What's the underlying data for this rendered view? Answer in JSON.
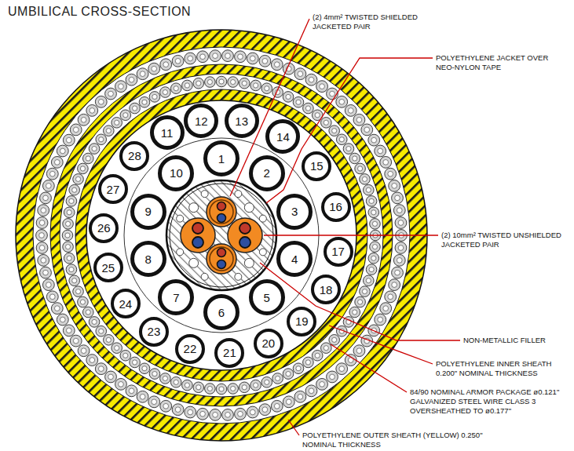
{
  "diagram": {
    "title": "UMBILICAL CROSS-SECTION",
    "nodes": [
      {
        "text": [
          "1"
        ]
      },
      {
        "text": [
          "2"
        ]
      },
      {
        "text": [
          "3"
        ]
      },
      {
        "text": [
          "4"
        ]
      },
      {
        "text": [
          "5"
        ]
      },
      {
        "text": [
          "6"
        ]
      },
      {
        "text": [
          "7"
        ]
      },
      {
        "text": [
          "8"
        ]
      },
      {
        "text": [
          "9"
        ]
      },
      {
        "text": [
          "10"
        ]
      },
      {
        "text": [
          "11"
        ]
      },
      {
        "text": [
          "12"
        ]
      },
      {
        "text": [
          "13"
        ]
      },
      {
        "text": [
          "14"
        ]
      },
      {
        "text": [
          "15"
        ]
      },
      {
        "text": [
          "16"
        ]
      },
      {
        "text": [
          "17"
        ]
      },
      {
        "text": [
          "18"
        ]
      },
      {
        "text": [
          "19"
        ]
      },
      {
        "text": [
          "20"
        ]
      },
      {
        "text": [
          "21"
        ]
      },
      {
        "text": [
          "22"
        ]
      },
      {
        "text": [
          "23"
        ]
      },
      {
        "text": [
          "24"
        ]
      },
      {
        "text": [
          "25"
        ]
      },
      {
        "text": [
          "26"
        ]
      },
      {
        "text": [
          "27"
        ]
      },
      {
        "text": [
          "28"
        ]
      }
    ],
    "labels": [
      "(2) 4mm² TWISTED SHIELDED JACKETED PAIR",
      "POLYETHYLENE JACKET OVER NEO-NYLON TAPE",
      "(2) 10mm² TWISTED UNSHIELDED JACKETED PAIR",
      "NON-METALLIC FILLER",
      "POLYETHYLENE INNER SHEATH 0.200\" NOMINAL THICKNESS",
      "84/90 NOMINAL ARMOR PACKAGE ø0.121\" GALVANIZED STEEL WIRE CLASS 3 OVERSHEATHED TO ø0.177\"",
      "POLYETHYLENE OUTER SHEATH (YELLOW) 0.250\" NOMINAL THICKNESS"
    ]
  }
}
